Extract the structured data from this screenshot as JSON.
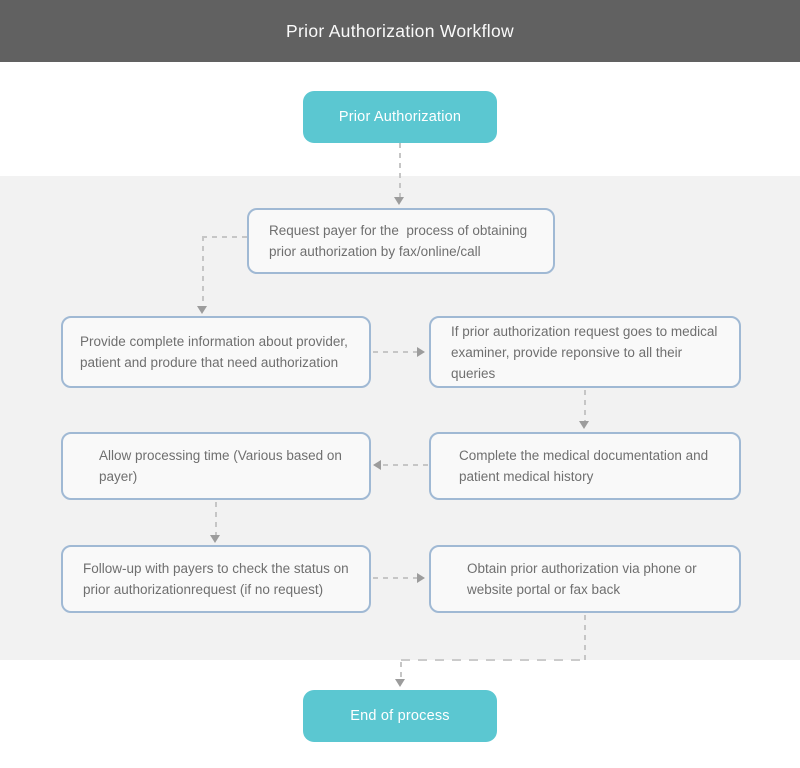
{
  "header": {
    "title": "Prior Authorization Workflow"
  },
  "flow": {
    "start": {
      "label": "Prior Authorization"
    },
    "end": {
      "label": "End of process"
    },
    "steps": [
      {
        "id": "request-payer",
        "text": "Request payer for the  process of obtaining prior authorization by fax/online/call"
      },
      {
        "id": "provide-info",
        "text": "Provide complete information about provider, patient and produre that need authorization"
      },
      {
        "id": "medical-examiner",
        "text": "If prior authorization request goes to medical examiner, provide reponsive to all their queries"
      },
      {
        "id": "processing-time",
        "text": "Allow processing time (Various based on payer)"
      },
      {
        "id": "documentation",
        "text": "Complete the medical documentation and patient medical history"
      },
      {
        "id": "follow-up",
        "text": "Follow-up with payers to check the status on prior authorizationrequest (if no request)"
      },
      {
        "id": "obtain-auth",
        "text": "Obtain prior authorization via phone or website portal or fax back"
      }
    ],
    "edges": [
      {
        "from": "start",
        "to": "request-payer"
      },
      {
        "from": "request-payer",
        "to": "provide-info"
      },
      {
        "from": "provide-info",
        "to": "medical-examiner"
      },
      {
        "from": "medical-examiner",
        "to": "documentation"
      },
      {
        "from": "documentation",
        "to": "processing-time"
      },
      {
        "from": "processing-time",
        "to": "follow-up"
      },
      {
        "from": "follow-up",
        "to": "obtain-auth"
      },
      {
        "from": "obtain-auth",
        "to": "end"
      }
    ]
  },
  "colors": {
    "header_bg": "#616161",
    "accent_teal": "#5bc7d1",
    "box_border": "#a0b9d4",
    "box_fill": "#f9f9f9",
    "canvas_gray": "#f2f2f2",
    "text_gray": "#6f6f6f",
    "connector": "#c6c6c6",
    "arrow": "#9c9c9c"
  }
}
